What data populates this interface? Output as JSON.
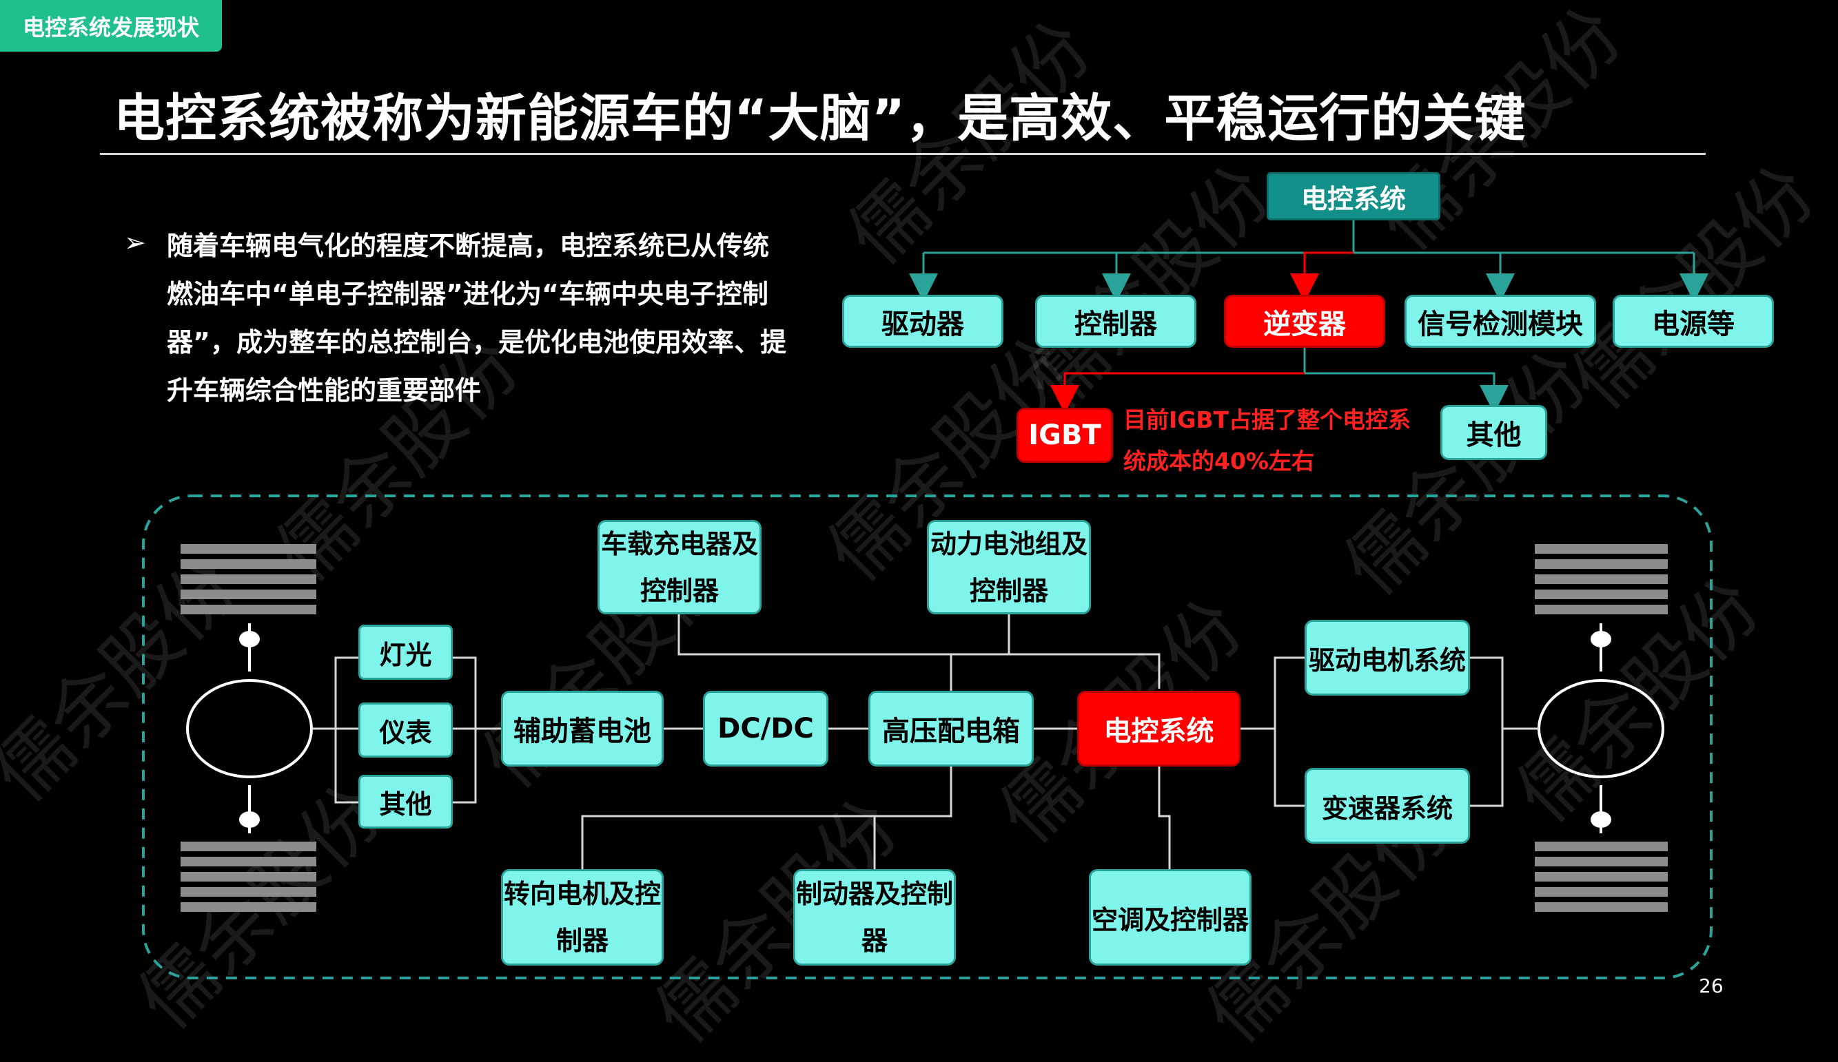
{
  "header": {
    "tag": "电控系统发展现状",
    "title": "电控系统被称为新能源车的“大脑”，是高效、平稳运行的关键"
  },
  "intro": {
    "bullet": "➢",
    "text": "随着车辆电气化的程度不断提高，电控系统已从传统燃油车中“单电子控制器”进化为“车辆中央电子控制器”，成为整车的总控制台，是优化电池使用效率、提升车辆综合性能的重要部件"
  },
  "tree": {
    "root": "电控系统",
    "children": [
      "驱动器",
      "控制器",
      "逆变器",
      "信号检测模块",
      "电源等"
    ],
    "inverter_children": [
      "IGBT",
      "其他"
    ],
    "igbt_note": "目前IGBT占据了整个电控系统成本的40%左右"
  },
  "architecture": {
    "left_group": [
      "灯光",
      "仪表",
      "其他"
    ],
    "aux_battery": "辅助蓄电池",
    "dcdc": "DC/DC",
    "hv_box": "高压配电箱",
    "ecu": "电控系统",
    "top_boxes": [
      "车载充电器及控制器",
      "动力电池组及控制器"
    ],
    "bottom_boxes": [
      "转向电机及控制器",
      "制动器及控制器",
      "空调及控制器"
    ],
    "right_group": [
      "驱动电机系统",
      "变速器系统"
    ]
  },
  "footer": {
    "page_number": "26"
  },
  "watermark": "儒余股份",
  "colors": {
    "accent": "#1fbf8f",
    "box_fill": "#7ff4ea",
    "highlight": "#ff0000",
    "root_fill": "#13908a"
  }
}
